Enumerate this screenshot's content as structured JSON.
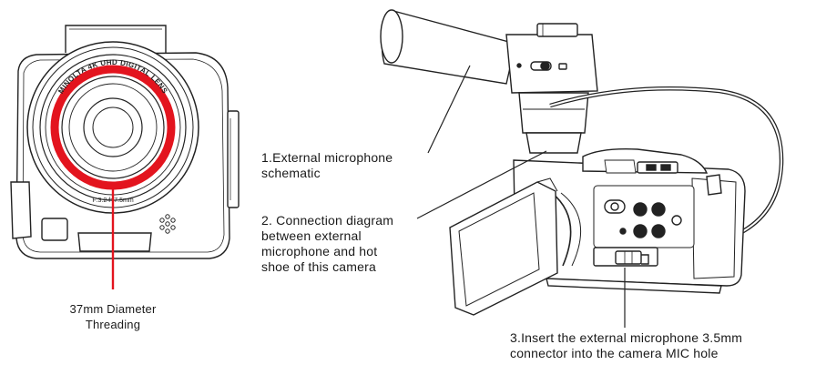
{
  "callouts": {
    "threading": [
      "37mm Diameter",
      "Threading"
    ],
    "external_mic": [
      "1.External microphone",
      "schematic"
    ],
    "connection": [
      "2. Connection diagram",
      "between external",
      "microphone and hot",
      "shoe of this camera"
    ],
    "insert": [
      "3.Insert the external microphone 3.5mm",
      "connector into the camera MIC hole"
    ]
  },
  "lens_text": {
    "brand_ring": "MINOLTA 4K UHD DIGITAL LENS",
    "aperture": "F:3.2  f=7.5mm"
  },
  "colors": {
    "highlight_ring": "#e3141e",
    "line_art": "#222222",
    "text": "#1a1a1a"
  }
}
